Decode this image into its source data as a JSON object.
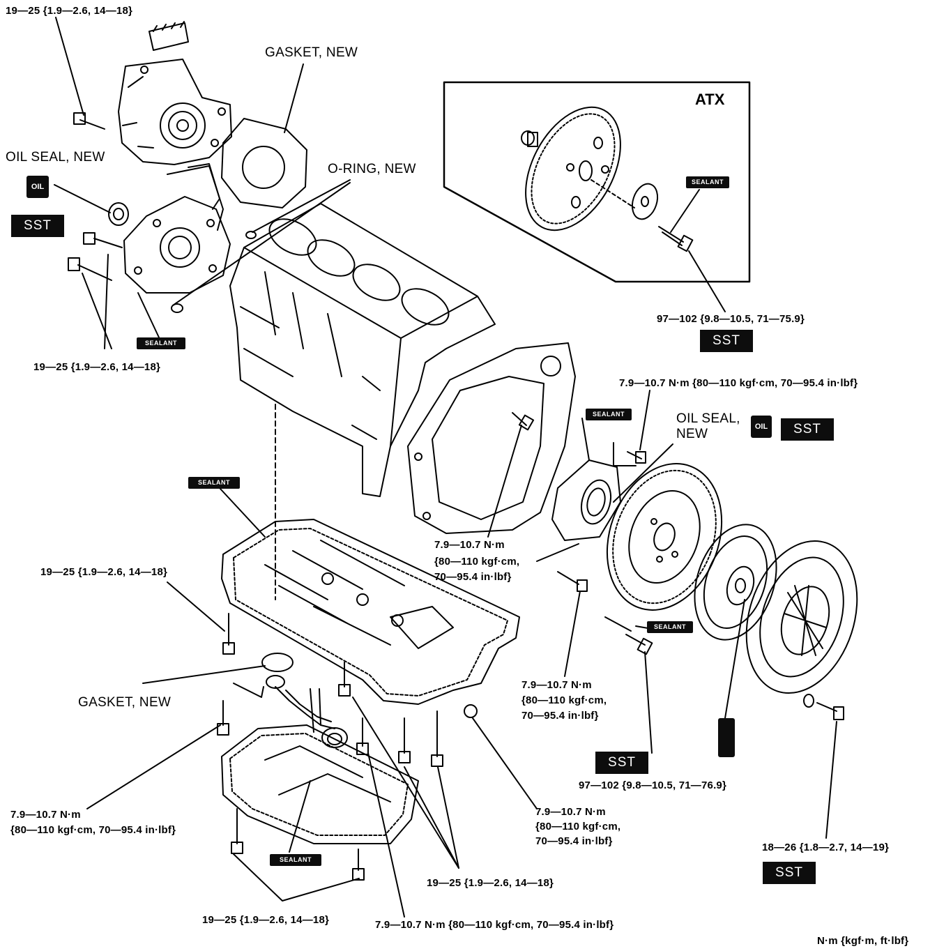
{
  "labels": {
    "torque_top_left": "19—25 {1.9—2.6, 14—18}",
    "gasket_new_top": "GASKET, NEW",
    "o_ring_new": "O-RING, NEW",
    "oil_seal_new_left": "OIL SEAL, NEW",
    "atx": "ATX",
    "torque_mid_left": "19—25 {1.9—2.6, 14—18}",
    "torque_atx": "97—102 {9.8—10.5, 71—75.9}",
    "torque_rear_cover_top": "7.9—10.7 N·m {80—110 kgf·cm, 70—95.4 in·lbf}",
    "oil_seal_new_right_1": "OIL SEAL,",
    "oil_seal_new_right_2": "NEW",
    "torque_block_plate_1": "7.9—10.7 N·m",
    "torque_block_plate_2": "{80—110 kgf·cm,",
    "torque_block_plate_3": "70—95.4 in·lbf}",
    "torque_oilpan_upper_left": "19—25 {1.9—2.6, 14—18}",
    "torque_flywheel_plate_1": "7.9—10.7 N·m",
    "torque_flywheel_plate_2": "{80—110 kgf·cm,",
    "torque_flywheel_plate_3": "70—95.4 in·lbf}",
    "gasket_new_bottom": "GASKET, NEW",
    "torque_flywheel": "97—102 {9.8—10.5, 71—76.9}",
    "torque_strainer_1": "7.9—10.7 N·m",
    "torque_strainer_2": "{80—110 kgf·cm, 70—95.4 in·lbf}",
    "torque_pan_right_1": "7.9—10.7 N·m",
    "torque_pan_right_2": "{80—110 kgf·cm,",
    "torque_pan_right_3": "70—95.4 in·lbf}",
    "torque_pressure_plate": "18—26 {1.8—2.7, 14—19}",
    "torque_oilpan_lower_right": "19—25 {1.9—2.6, 14—18}",
    "torque_oilpan_lower_left": "19—25 {1.9—2.6, 14—18}",
    "torque_bottom_center": "7.9—10.7 N·m {80—110 kgf·cm, 70—95.4 in·lbf}",
    "units": "N·m {kgf·m, ft·lbf}"
  },
  "tags": {
    "sst": "SST",
    "sealant": "SEALANT",
    "oil": "OIL"
  }
}
